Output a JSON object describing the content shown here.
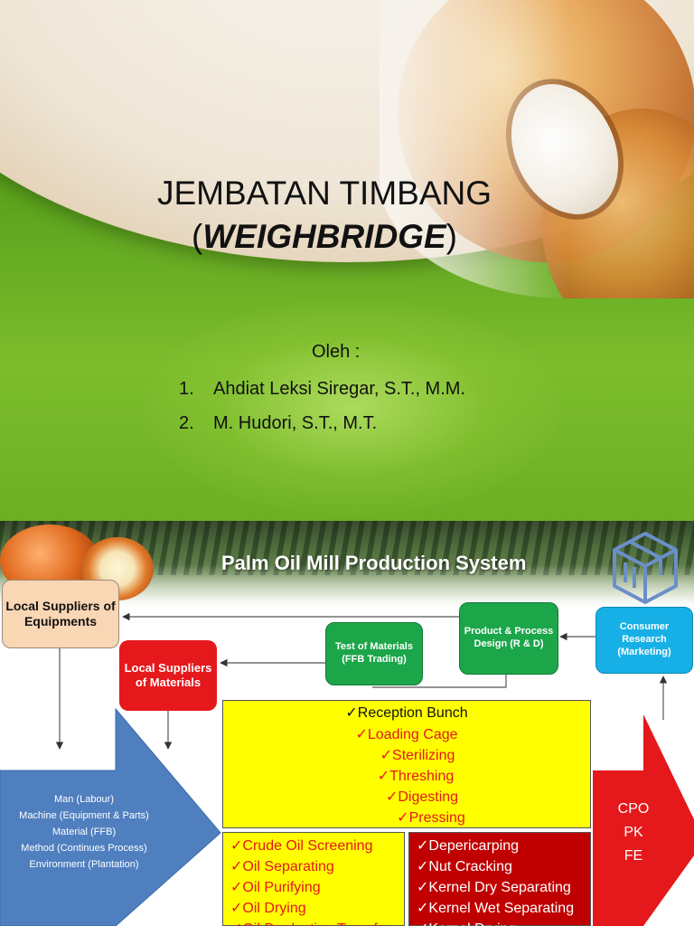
{
  "slide1": {
    "title_line1": "JEMBATAN TIMBANG",
    "title_paren_open": "(",
    "title_italic": "WEIGHBRIDGE",
    "title_paren_close": ")",
    "oleh": "Oleh :",
    "authors": [
      {
        "num": "1.",
        "name": "Ahdiat Leksi Siregar, S.T., M.M."
      },
      {
        "num": "2.",
        "name": "M. Hudori, S.T., M.T."
      }
    ]
  },
  "slide2": {
    "title": "Palm Oil Mill Production System",
    "boxes": {
      "local_equipments": "Local Suppliers of Equipments",
      "local_materials": "Local Suppliers of Materials",
      "test_materials": "Test of Materials (FFB Trading)",
      "product_design": "Product & Process Design (R & D)",
      "consumer_research": "Consumer Research (Marketing)"
    },
    "inputs": [
      "Man (Labour)",
      "Machine (Equipment & Parts)",
      "Material (FFB)",
      "Method (Continues Process)",
      "Environment (Plantation)"
    ],
    "outputs": [
      "CPO",
      "PK",
      "FE"
    ],
    "process_main": {
      "heading": "✓Reception Bunch",
      "steps": [
        "✓Loading Cage",
        "✓Sterilizing",
        "✓Threshing",
        "✓Digesting",
        "✓Pressing"
      ]
    },
    "process_oil": [
      "✓Crude Oil Screening",
      "✓Oil Separating",
      "✓Oil Purifying",
      "✓Oil Drying",
      "✓Oil Production Transfer"
    ],
    "process_kernel": [
      "✓Depericarping",
      "✓Nut Cracking",
      "✓Kernel Dry Separating",
      "✓Kernel Wet Separating",
      "✓Kernel Drying"
    ],
    "colors": {
      "red": "#e5181b",
      "green": "#1ca64a",
      "blue": "#16b0e6",
      "arrow_blue": "#4f7fbf",
      "yellow": "#ffff00",
      "dark_red": "#c00000"
    }
  }
}
